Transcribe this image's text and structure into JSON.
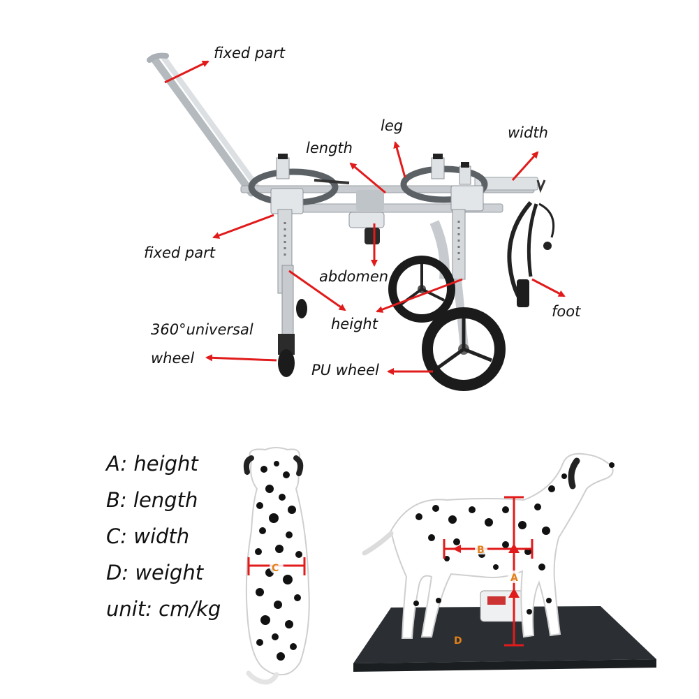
{
  "wheelchair_labels": {
    "fixed_part_top": "fixed part",
    "leg": "leg",
    "length": "length",
    "width": "width",
    "fixed_part_left": "fixed part",
    "abdomen": "abdomen",
    "foot": "foot",
    "height": "height",
    "universal_wheel_line1": "360°universal",
    "universal_wheel_line2": "wheel",
    "pu_wheel": "PU wheel"
  },
  "legend": {
    "a": "A: height",
    "b": "B: length",
    "c": "C: width",
    "d": "D: weight",
    "unit": "unit: cm/kg"
  },
  "dog_markers": {
    "a": "A",
    "b": "B",
    "c": "C",
    "d": "D"
  },
  "colors": {
    "arrow": "#e11b1b",
    "marker_text": "#e2801a",
    "frame": "#c8ccd0",
    "wheel": "#1b1b1b",
    "scale": "#2b2f33"
  }
}
